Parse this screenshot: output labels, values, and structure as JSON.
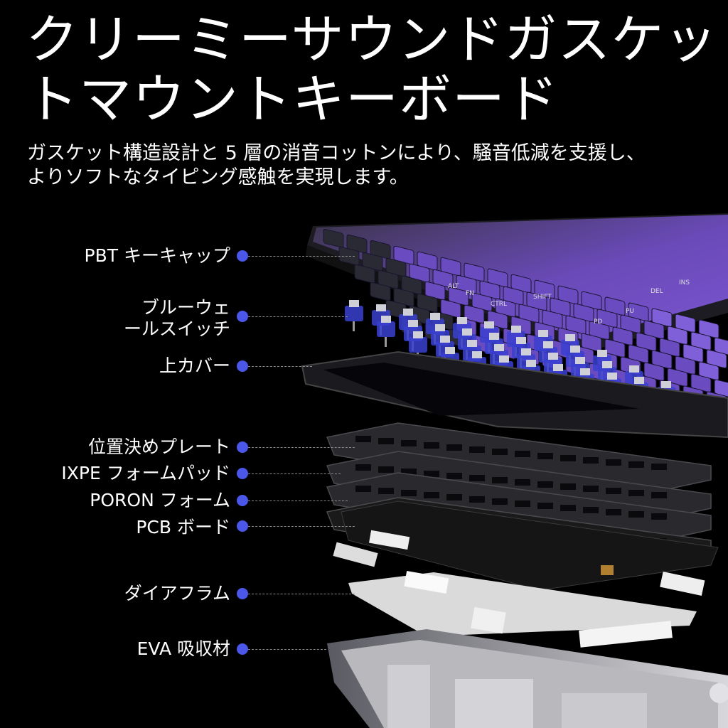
{
  "title": "クリーミーサウンドガスケッ\nトマウントキーボード",
  "subtitle": "ガスケット構造設計と 5 層の消音コットンにより、騒音低減を支援し、\nよりソフトなタイピング感触を実現します。",
  "layers": [
    {
      "label": "PBT キーキャップ"
    },
    {
      "label": "ブルーウェ\nールスイッチ"
    },
    {
      "label": "上カバー"
    },
    {
      "label": "位置決めプレート"
    },
    {
      "label": "IXPE フォームパッド"
    },
    {
      "label": "PORON フォーム"
    },
    {
      "label": "PCB ボード"
    },
    {
      "label": "ダイアフラム"
    },
    {
      "label": "EVA 吸収材"
    }
  ],
  "keycap_legends": [
    "ALT",
    "FN",
    "CTRL",
    "SHIFT",
    "DEL",
    "INS",
    "PD",
    "PU"
  ],
  "colors": {
    "accent_dot": "#4a57e8",
    "keycap_purple": "#5b3fb0",
    "keycap_dark": "#2a2a30",
    "switch_blue": "#3a3fd0"
  }
}
